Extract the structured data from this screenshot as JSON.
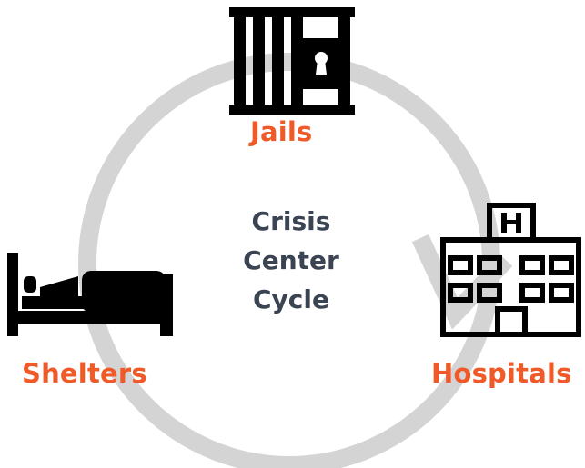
{
  "diagram": {
    "title_lines": [
      "Crisis",
      "Center",
      "Cycle"
    ],
    "nodes": [
      {
        "id": "jails",
        "label": "Jails",
        "icon": "jail-icon"
      },
      {
        "id": "hospitals",
        "label": "Hospitals",
        "icon": "hospital-icon"
      },
      {
        "id": "shelters",
        "label": "Shelters",
        "icon": "bed-icon"
      }
    ],
    "colors": {
      "label": "#F05A28",
      "center_text": "#3B4453",
      "cycle_ring": "#D4D4D4",
      "icon": "#000000"
    }
  }
}
